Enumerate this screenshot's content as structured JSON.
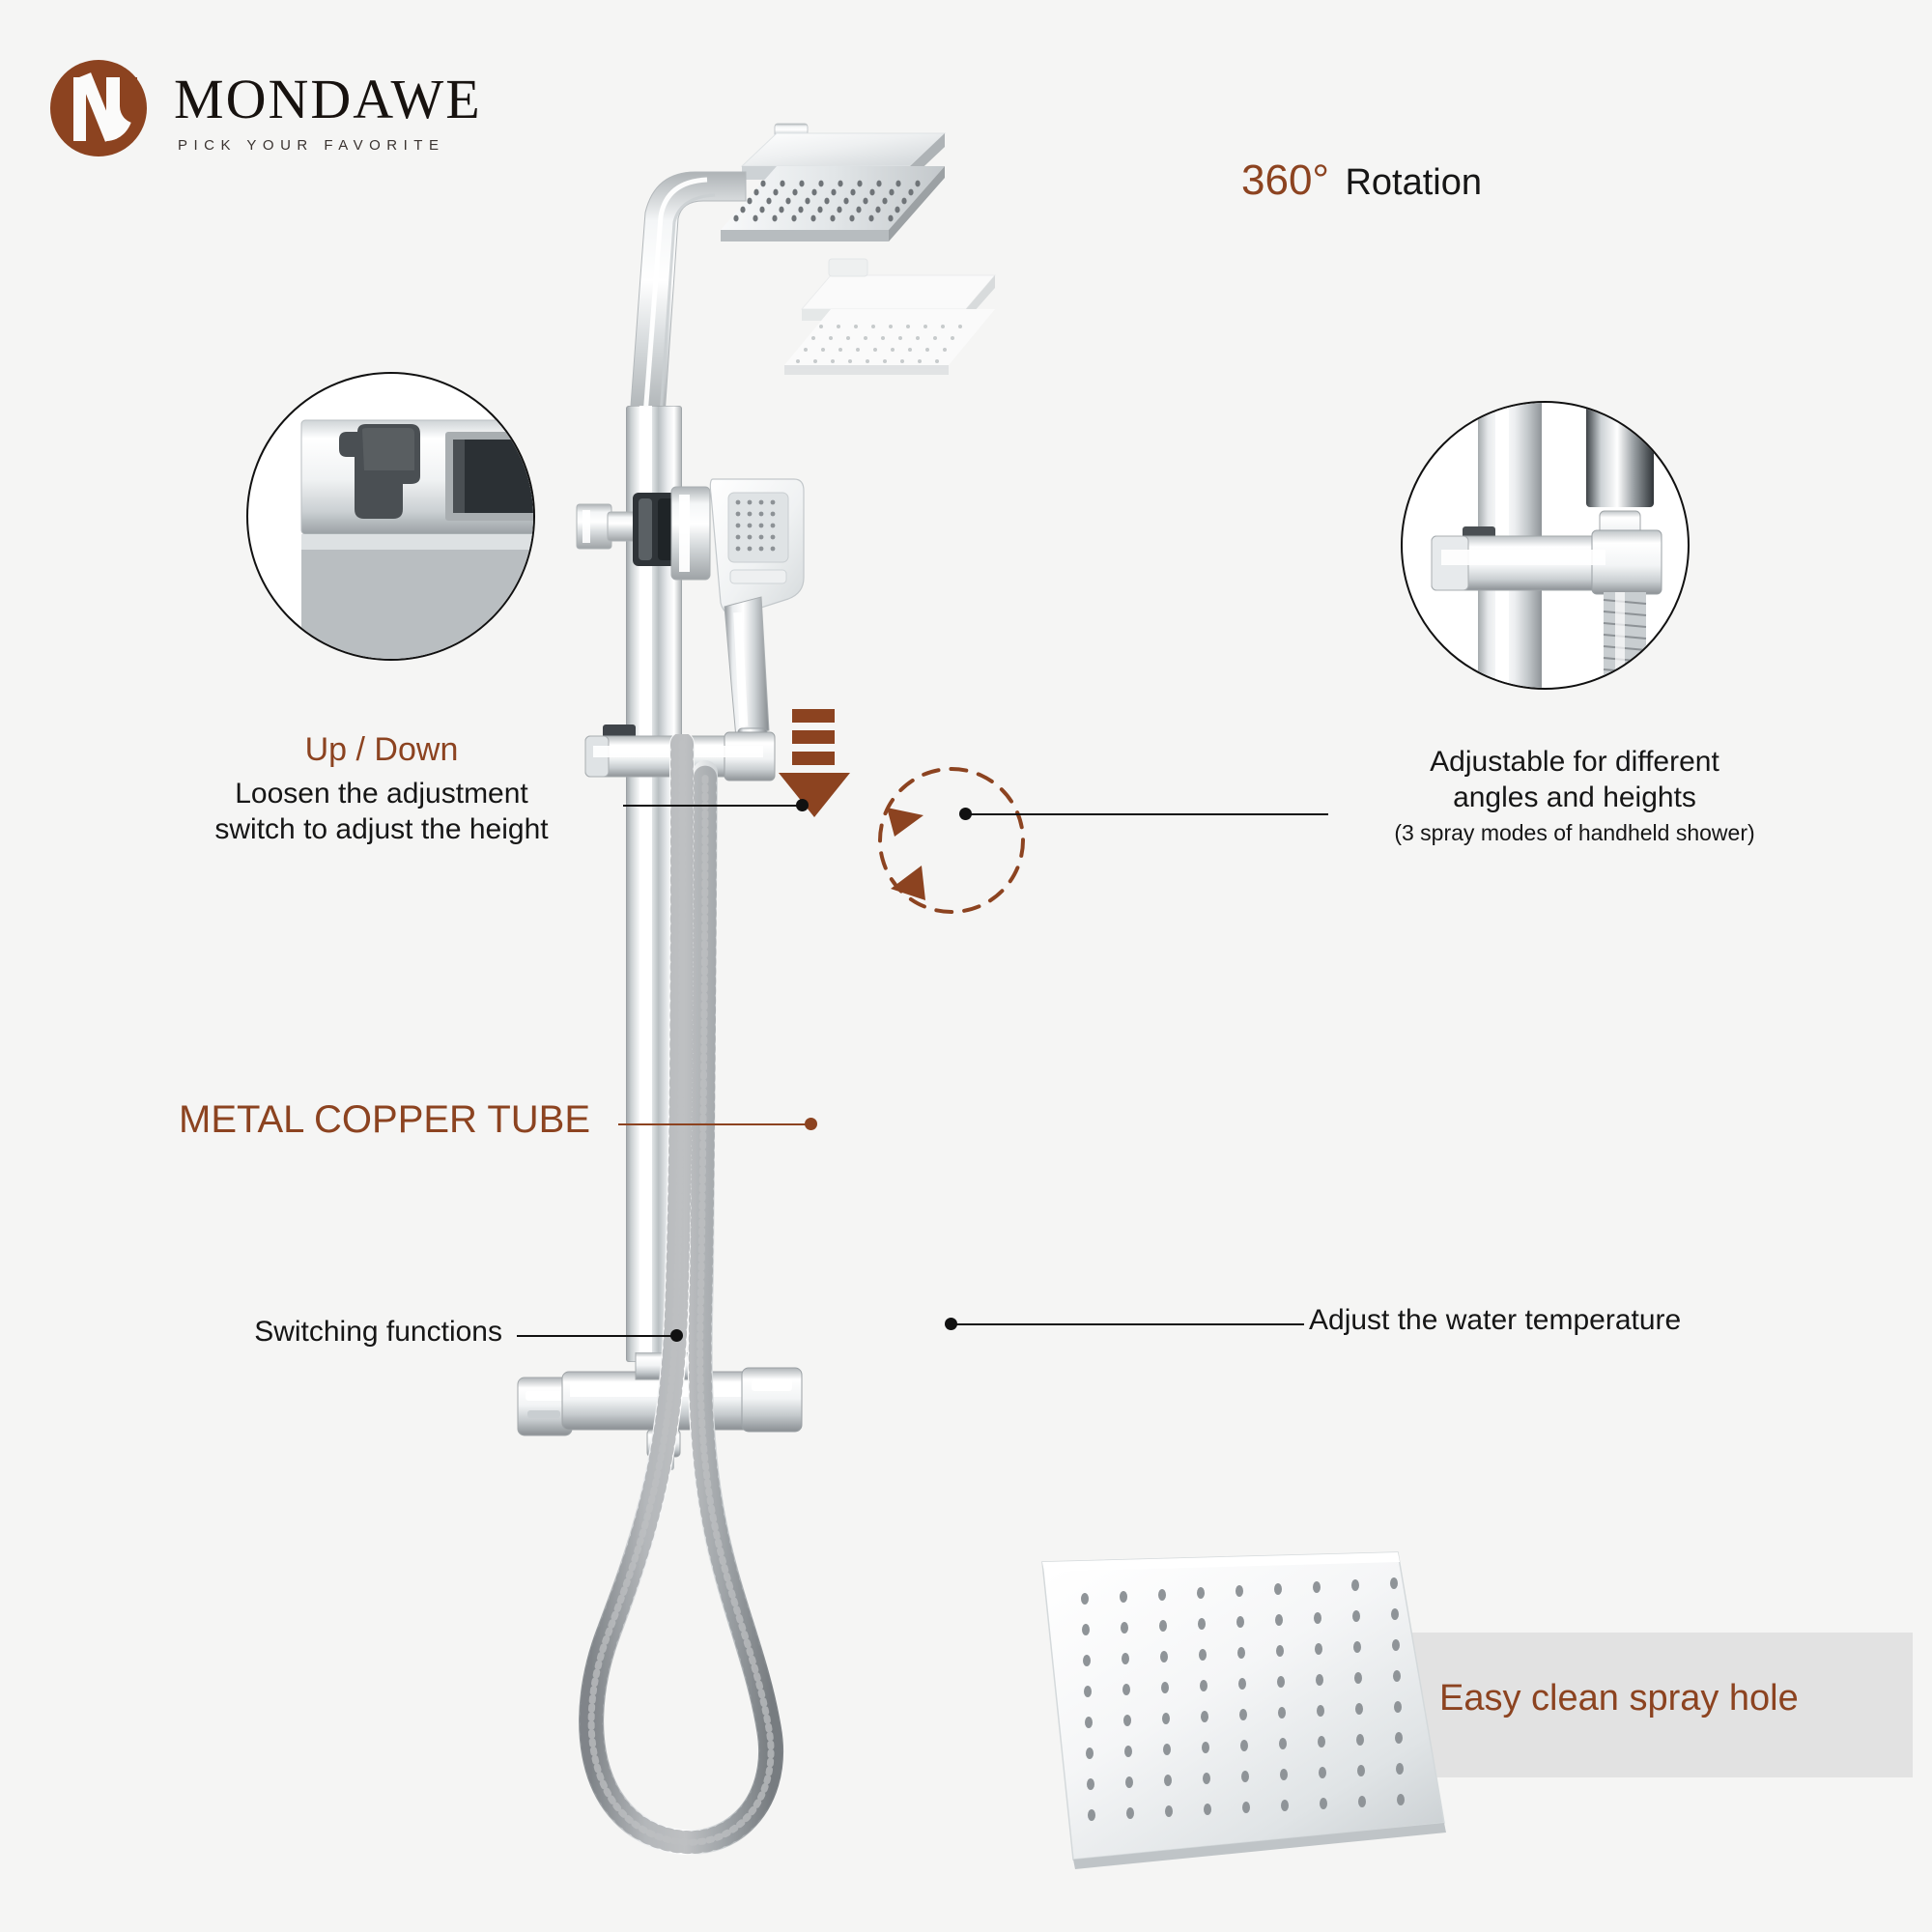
{
  "brand": {
    "wordmark": "MONDAWE",
    "tagline": "PICK YOUR FAVORITE",
    "mark_color": "#8c4320"
  },
  "theme": {
    "background": "#f5f5f4",
    "accent_brown": "#8c4320",
    "text_black": "#161616",
    "leader_line": "#111111"
  },
  "annotations": {
    "rotation": {
      "value": "360°",
      "label": "Rotation"
    },
    "up_down": {
      "title": "Up / Down",
      "line1": "Loosen the adjustment",
      "line2": "switch to adjust the height"
    },
    "adjustable": {
      "line1": "Adjustable for different",
      "line2": "angles and heights",
      "note": "(3 spray modes of handheld shower)"
    },
    "copper_tube": "METAL COPPER TUBE",
    "switching": "Switching functions",
    "temperature": "Adjust the water temperature",
    "spray_hole": "Easy clean spray hole"
  },
  "icons": {
    "down_arrow": "down-arrow-icon",
    "rotation_arc": "rotation-arc-icon",
    "detail_switch": "adjustment-switch-detail",
    "detail_bracket": "sliding-bracket-detail"
  },
  "product": {
    "name": "square-rain-shower-system",
    "parts": [
      "overhead-rain-shower-head",
      "shower-arm",
      "riser-rail",
      "handheld-shower",
      "sliding-bracket",
      "flexible-hose",
      "thermostatic-mixer-valve",
      "wall-bracket"
    ]
  }
}
